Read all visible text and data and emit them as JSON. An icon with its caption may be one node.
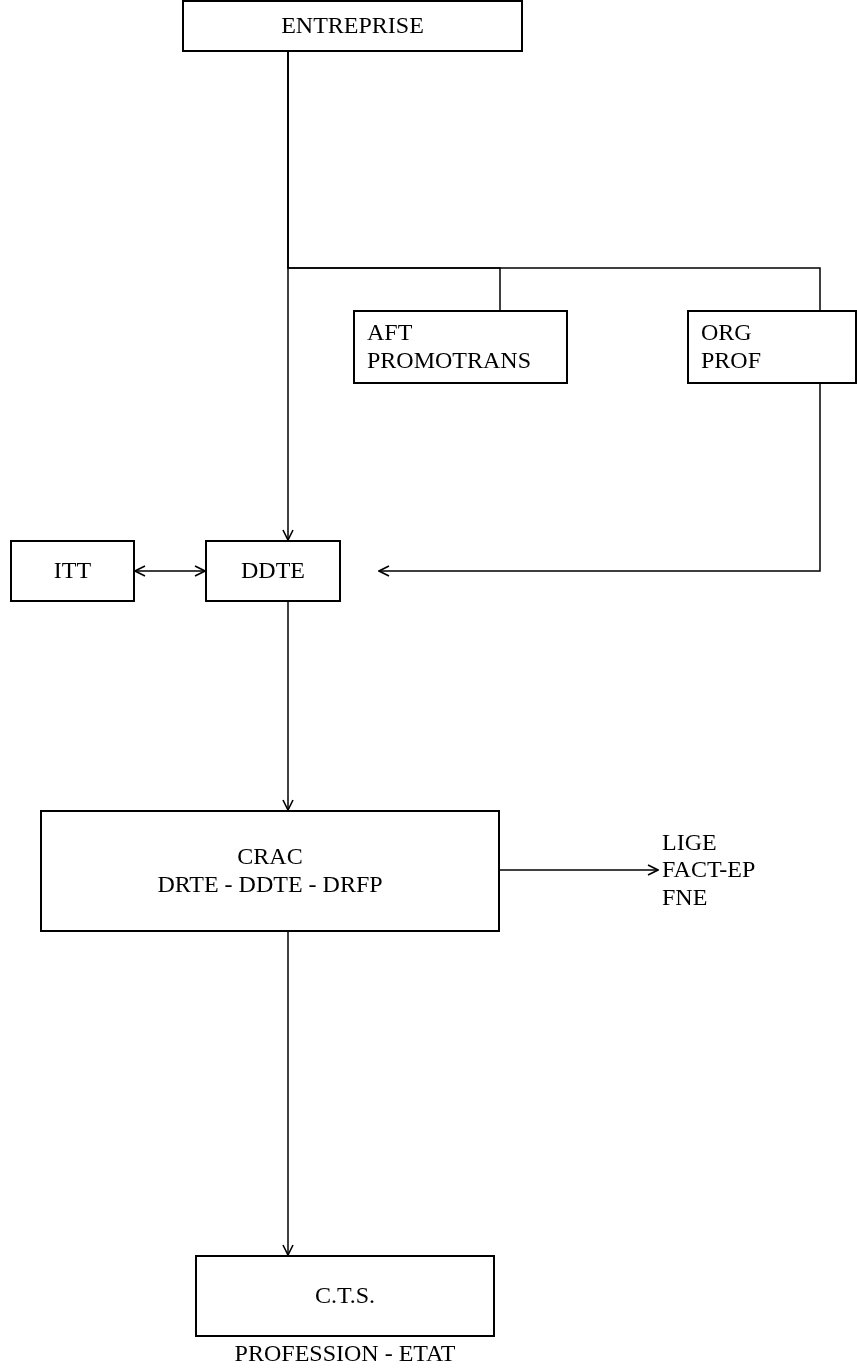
{
  "diagram": {
    "nodes": [
      {
        "text": [
          "ENTREPRISE"
        ]
      },
      {
        "text": [
          "AFT PROMOTRANS"
        ]
      },
      {
        "text": [
          "ORG PROF"
        ]
      },
      {
        "text": [
          "ITT"
        ]
      },
      {
        "text": [
          "DDTE"
        ]
      },
      {
        "text": [
          "CRAC",
          "DRTE - DDTE - DRFP"
        ]
      },
      {
        "text": [
          "LIGE FACT-EP FNE"
        ]
      },
      {
        "text": [
          "C.T.S."
        ],
        "beside": [
          "PROFESSION - ETAT"
        ]
      }
    ],
    "edges": [
      {
        "from": 0,
        "to": 4,
        "arrow": "to"
      },
      {
        "from": 0,
        "to": 1,
        "arrow": "none"
      },
      {
        "from": 0,
        "to": 2,
        "arrow": "none"
      },
      {
        "from": 2,
        "to": 4,
        "arrow": "to"
      },
      {
        "from": 3,
        "to": 4,
        "arrow": "both"
      },
      {
        "from": 4,
        "to": 5,
        "arrow": "to"
      },
      {
        "from": 5,
        "to": 6,
        "arrow": "to"
      },
      {
        "from": 5,
        "to": 7,
        "arrow": "to"
      }
    ]
  }
}
